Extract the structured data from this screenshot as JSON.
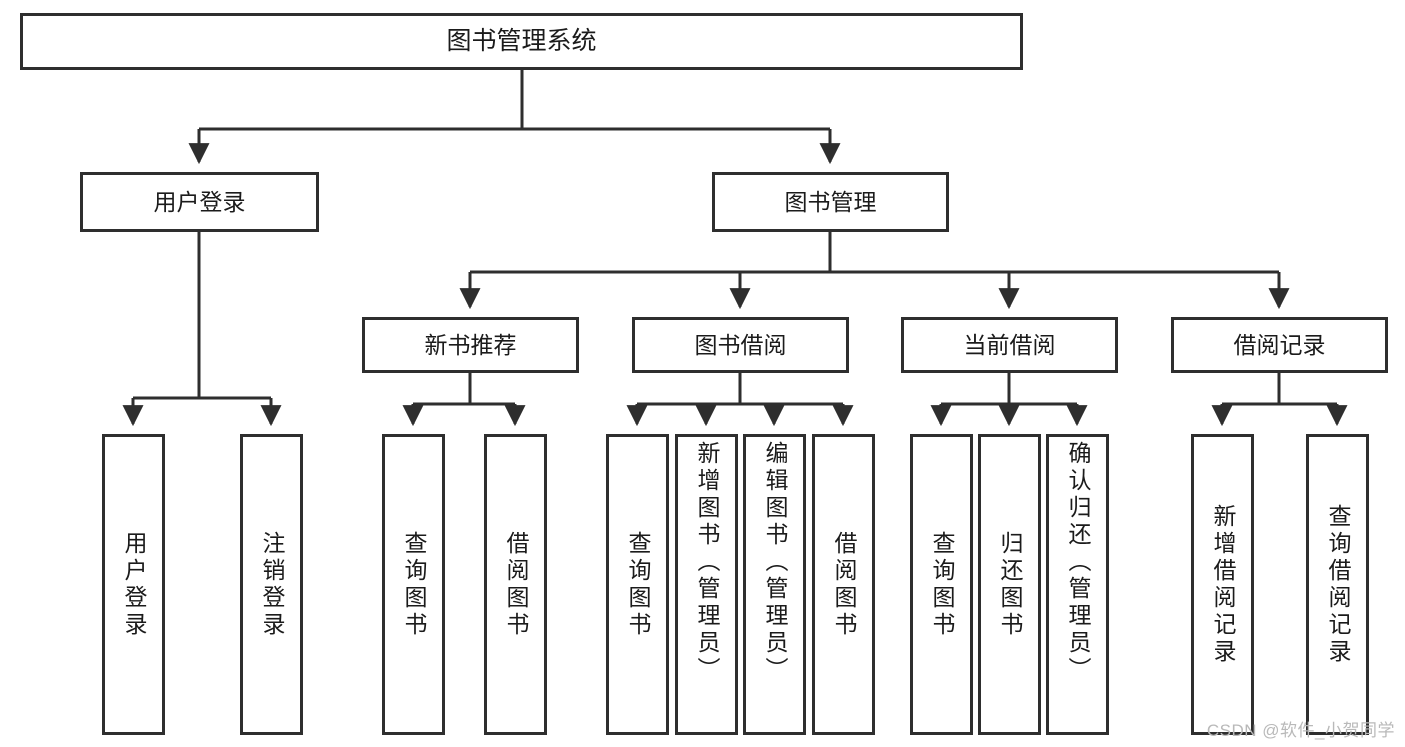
{
  "diagram": {
    "title_node": {
      "label": "图书管理系统"
    },
    "level1": [
      {
        "id": "user-login",
        "label": "用户登录"
      },
      {
        "id": "book-manage",
        "label": "图书管理"
      }
    ],
    "level2": [
      {
        "id": "new-book-recommend",
        "label": "新书推荐"
      },
      {
        "id": "book-borrow",
        "label": "图书借阅"
      },
      {
        "id": "current-borrow",
        "label": "当前借阅"
      },
      {
        "id": "borrow-record",
        "label": "借阅记录"
      }
    ],
    "leaves": [
      {
        "id": "leaf-user-login",
        "label": "用户登录"
      },
      {
        "id": "leaf-logout-login",
        "label": "注销登录"
      },
      {
        "id": "leaf-query-book-1",
        "label": "查询图书"
      },
      {
        "id": "leaf-borrow-book-1",
        "label": "借阅图书"
      },
      {
        "id": "leaf-query-book-2",
        "label": "查询图书"
      },
      {
        "id": "leaf-add-book-admin",
        "label": "新增图书（管理员）"
      },
      {
        "id": "leaf-edit-book-admin",
        "label": "编辑图书（管理员）"
      },
      {
        "id": "leaf-borrow-book-2",
        "label": "借阅图书"
      },
      {
        "id": "leaf-query-book-3",
        "label": "查询图书"
      },
      {
        "id": "leaf-return-book",
        "label": "归还图书"
      },
      {
        "id": "leaf-confirm-return-admin",
        "label": "确认归还（管理员）"
      },
      {
        "id": "leaf-add-borrow-record",
        "label": "新增借阅记录"
      },
      {
        "id": "leaf-query-borrow-record",
        "label": "查询借阅记录"
      }
    ]
  },
  "watermark": {
    "text": "CSDN @软件_小贺同学"
  },
  "colors": {
    "border": "#2e2e2e",
    "background": "#ffffff",
    "text": "#1b1b1b",
    "watermark": "#b9b9b9"
  }
}
